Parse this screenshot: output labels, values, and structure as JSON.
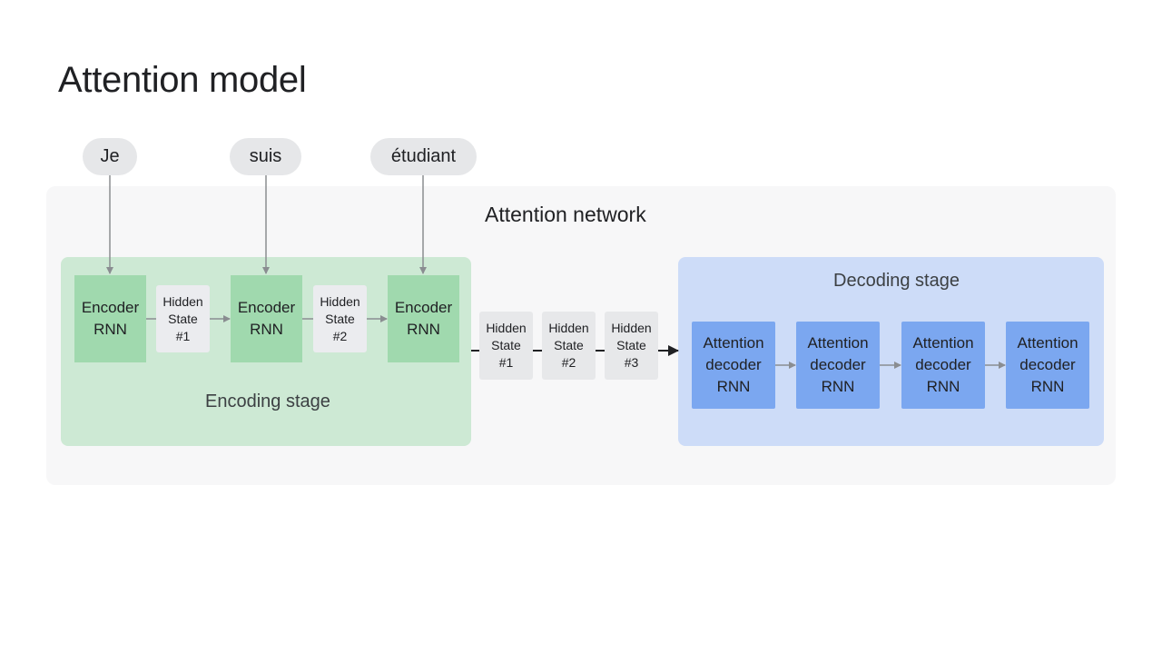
{
  "title": "Attention model",
  "network_label": "Attention network",
  "words": [
    "Je",
    "suis",
    "étudiant"
  ],
  "encoding_stage_label": "Encoding stage",
  "decoding_stage_label": "Decoding stage",
  "encoder_rnn_label": "Encoder\nRNN",
  "encoder_hidden_states": [
    "Hidden\nState\n#1",
    "Hidden\nState\n#2"
  ],
  "passed_hidden_states": [
    "Hidden\nState\n#1",
    "Hidden\nState\n#2",
    "Hidden\nState\n#3"
  ],
  "decoder_rnn_label": "Attention\ndecoder\nRNN",
  "colors": {
    "encoding_stage": "#cde9d4",
    "encoder_rnn": "#a0d9ae",
    "decoding_stage": "#cddcf8",
    "decoder_rnn": "#7ba7f0",
    "network_bg": "#f7f7f8"
  }
}
